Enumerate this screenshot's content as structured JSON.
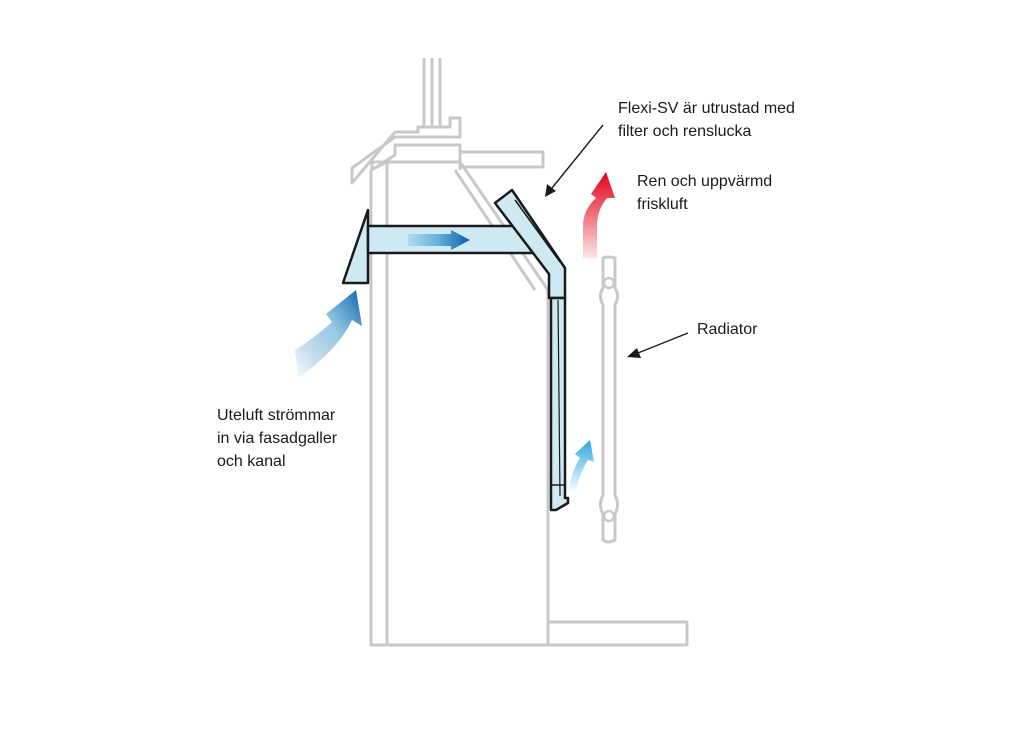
{
  "labels": {
    "filter": [
      "Flexi-SV är utrustad med",
      "filter och renslucka"
    ],
    "fresh_air": [
      "Ren och uppvärmd",
      "friskluft"
    ],
    "radiator": [
      "Radiator"
    ],
    "outdoor_air": [
      "Uteluft strömmar",
      "in via fasadgaller",
      "och kanal"
    ]
  },
  "colors": {
    "wall": "#c8c8c8",
    "outline": "#1a1a1a",
    "duct_fill": "#cfe9f2",
    "arrow_blue_dark": "#0a5fa8",
    "arrow_blue_light": "#2aa7dc",
    "arrow_red": "#e2001a"
  }
}
